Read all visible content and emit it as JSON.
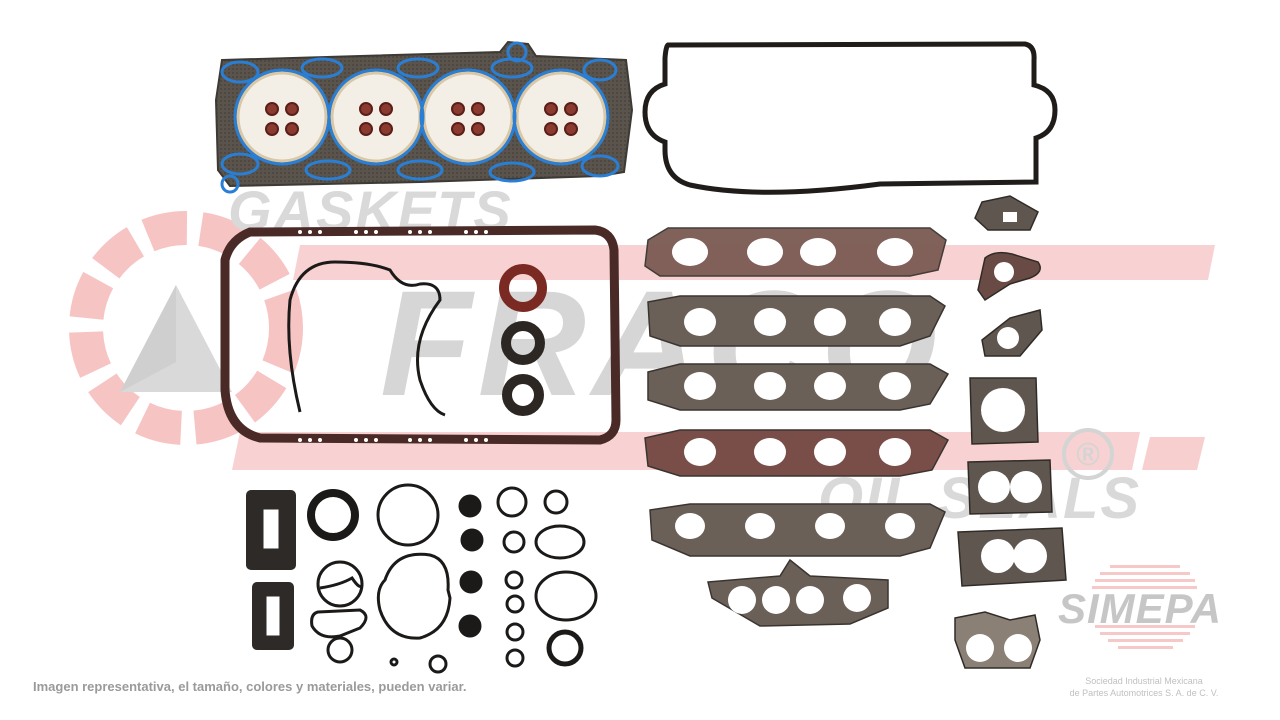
{
  "image": {
    "subject": "Engine full gasket set product photo",
    "background_color": "#ffffff"
  },
  "watermark": {
    "top_word": "GASKETS",
    "brand_word": "FRACO",
    "bottom_word": "OIL SEALS",
    "registered_mark": "®",
    "stripe_color": "#f6c9c9",
    "text_color": "#d9d9d9"
  },
  "distributor": {
    "logo_text": "SIMEPA",
    "logo_suffix": "S.A. de C.V.",
    "company_line1": "Sociedad Industrial Mexicana",
    "company_line2": "de Partes Automotrices S. A. de C. V."
  },
  "caption": "Imagen representativa, el tamaño, colores y materiales, pueden variar.",
  "parts": {
    "head_gasket": {
      "cylinders": 4,
      "valve_seals_per_cylinder": 4,
      "seal_color": "#2a7fd4"
    },
    "valve_cover_gasket": {
      "count": 1
    },
    "oil_pan_gasket": {
      "count": 1
    },
    "crank_cam_seals": {
      "count": 3
    },
    "manifold_gaskets": {
      "count": 6
    },
    "throttle_body_and_misc_gaskets": {
      "count": 8
    },
    "orings_and_grommets": {
      "count": 26
    }
  }
}
